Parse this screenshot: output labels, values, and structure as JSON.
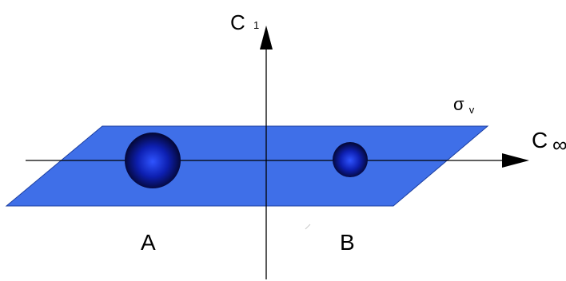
{
  "labels": {
    "c1_main": "C",
    "c1_sub": "1",
    "cinf_main": "C",
    "cinf_sub": "∞",
    "sigma_main": "σ",
    "sigma_sub": "v",
    "atom_a": "A",
    "atom_b": "B"
  },
  "colors": {
    "plane_fill": "#3F6FE8",
    "plane_stroke": "#1d3fa0",
    "axis": "#000000",
    "atom_dark": "#04083a",
    "atom_mid": "#0d1fb0",
    "atom_light": "#2f54ff"
  }
}
